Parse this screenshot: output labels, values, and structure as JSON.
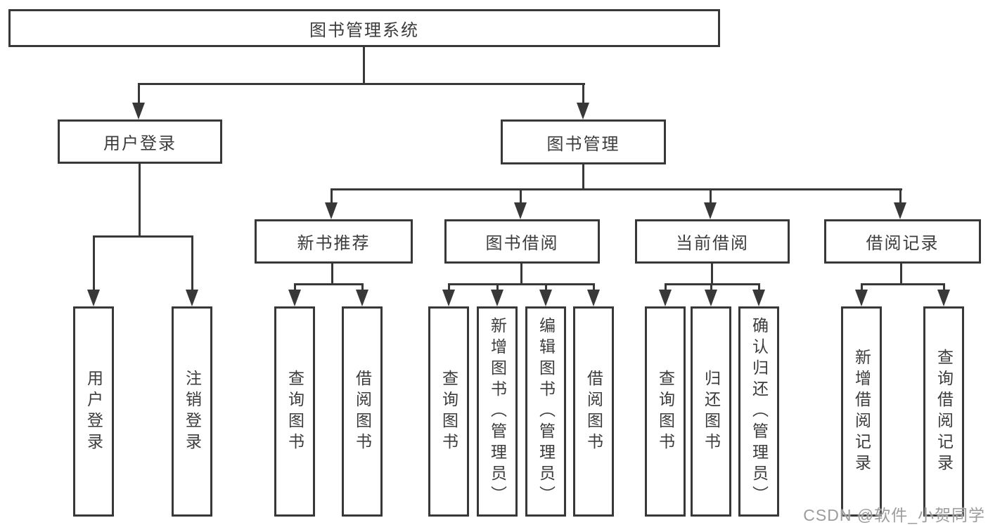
{
  "diagram": {
    "type": "hierarchy-tree",
    "root": {
      "label": "图书管理系统",
      "children": [
        {
          "label": "用户登录",
          "children": [
            {
              "label": "用户登录"
            },
            {
              "label": "注销登录"
            }
          ]
        },
        {
          "label": "图书管理",
          "children": [
            {
              "label": "新书推荐",
              "children": [
                {
                  "label": "查询图书"
                },
                {
                  "label": "借阅图书"
                }
              ]
            },
            {
              "label": "图书借阅",
              "children": [
                {
                  "label": "查询图书"
                },
                {
                  "label": "新增图书（管理员）"
                },
                {
                  "label": "编辑图书（管理员）"
                },
                {
                  "label": "借阅图书"
                }
              ]
            },
            {
              "label": "当前借阅",
              "children": [
                {
                  "label": "查询图书"
                },
                {
                  "label": "归还图书"
                },
                {
                  "label": "确认归还（管理员）"
                }
              ]
            },
            {
              "label": "借阅记录",
              "children": [
                {
                  "label": "新增借阅记录"
                },
                {
                  "label": "查询借阅记录"
                }
              ]
            }
          ]
        }
      ]
    }
  },
  "watermark": {
    "text": "CSDN @软件_小贺同学"
  },
  "colors": {
    "line": "#383838",
    "box_border": "#383838",
    "text": "#3c3c3c",
    "box_fill": "#ffffff",
    "watermark": "#9c9c9c",
    "background": "#ffffff"
  }
}
